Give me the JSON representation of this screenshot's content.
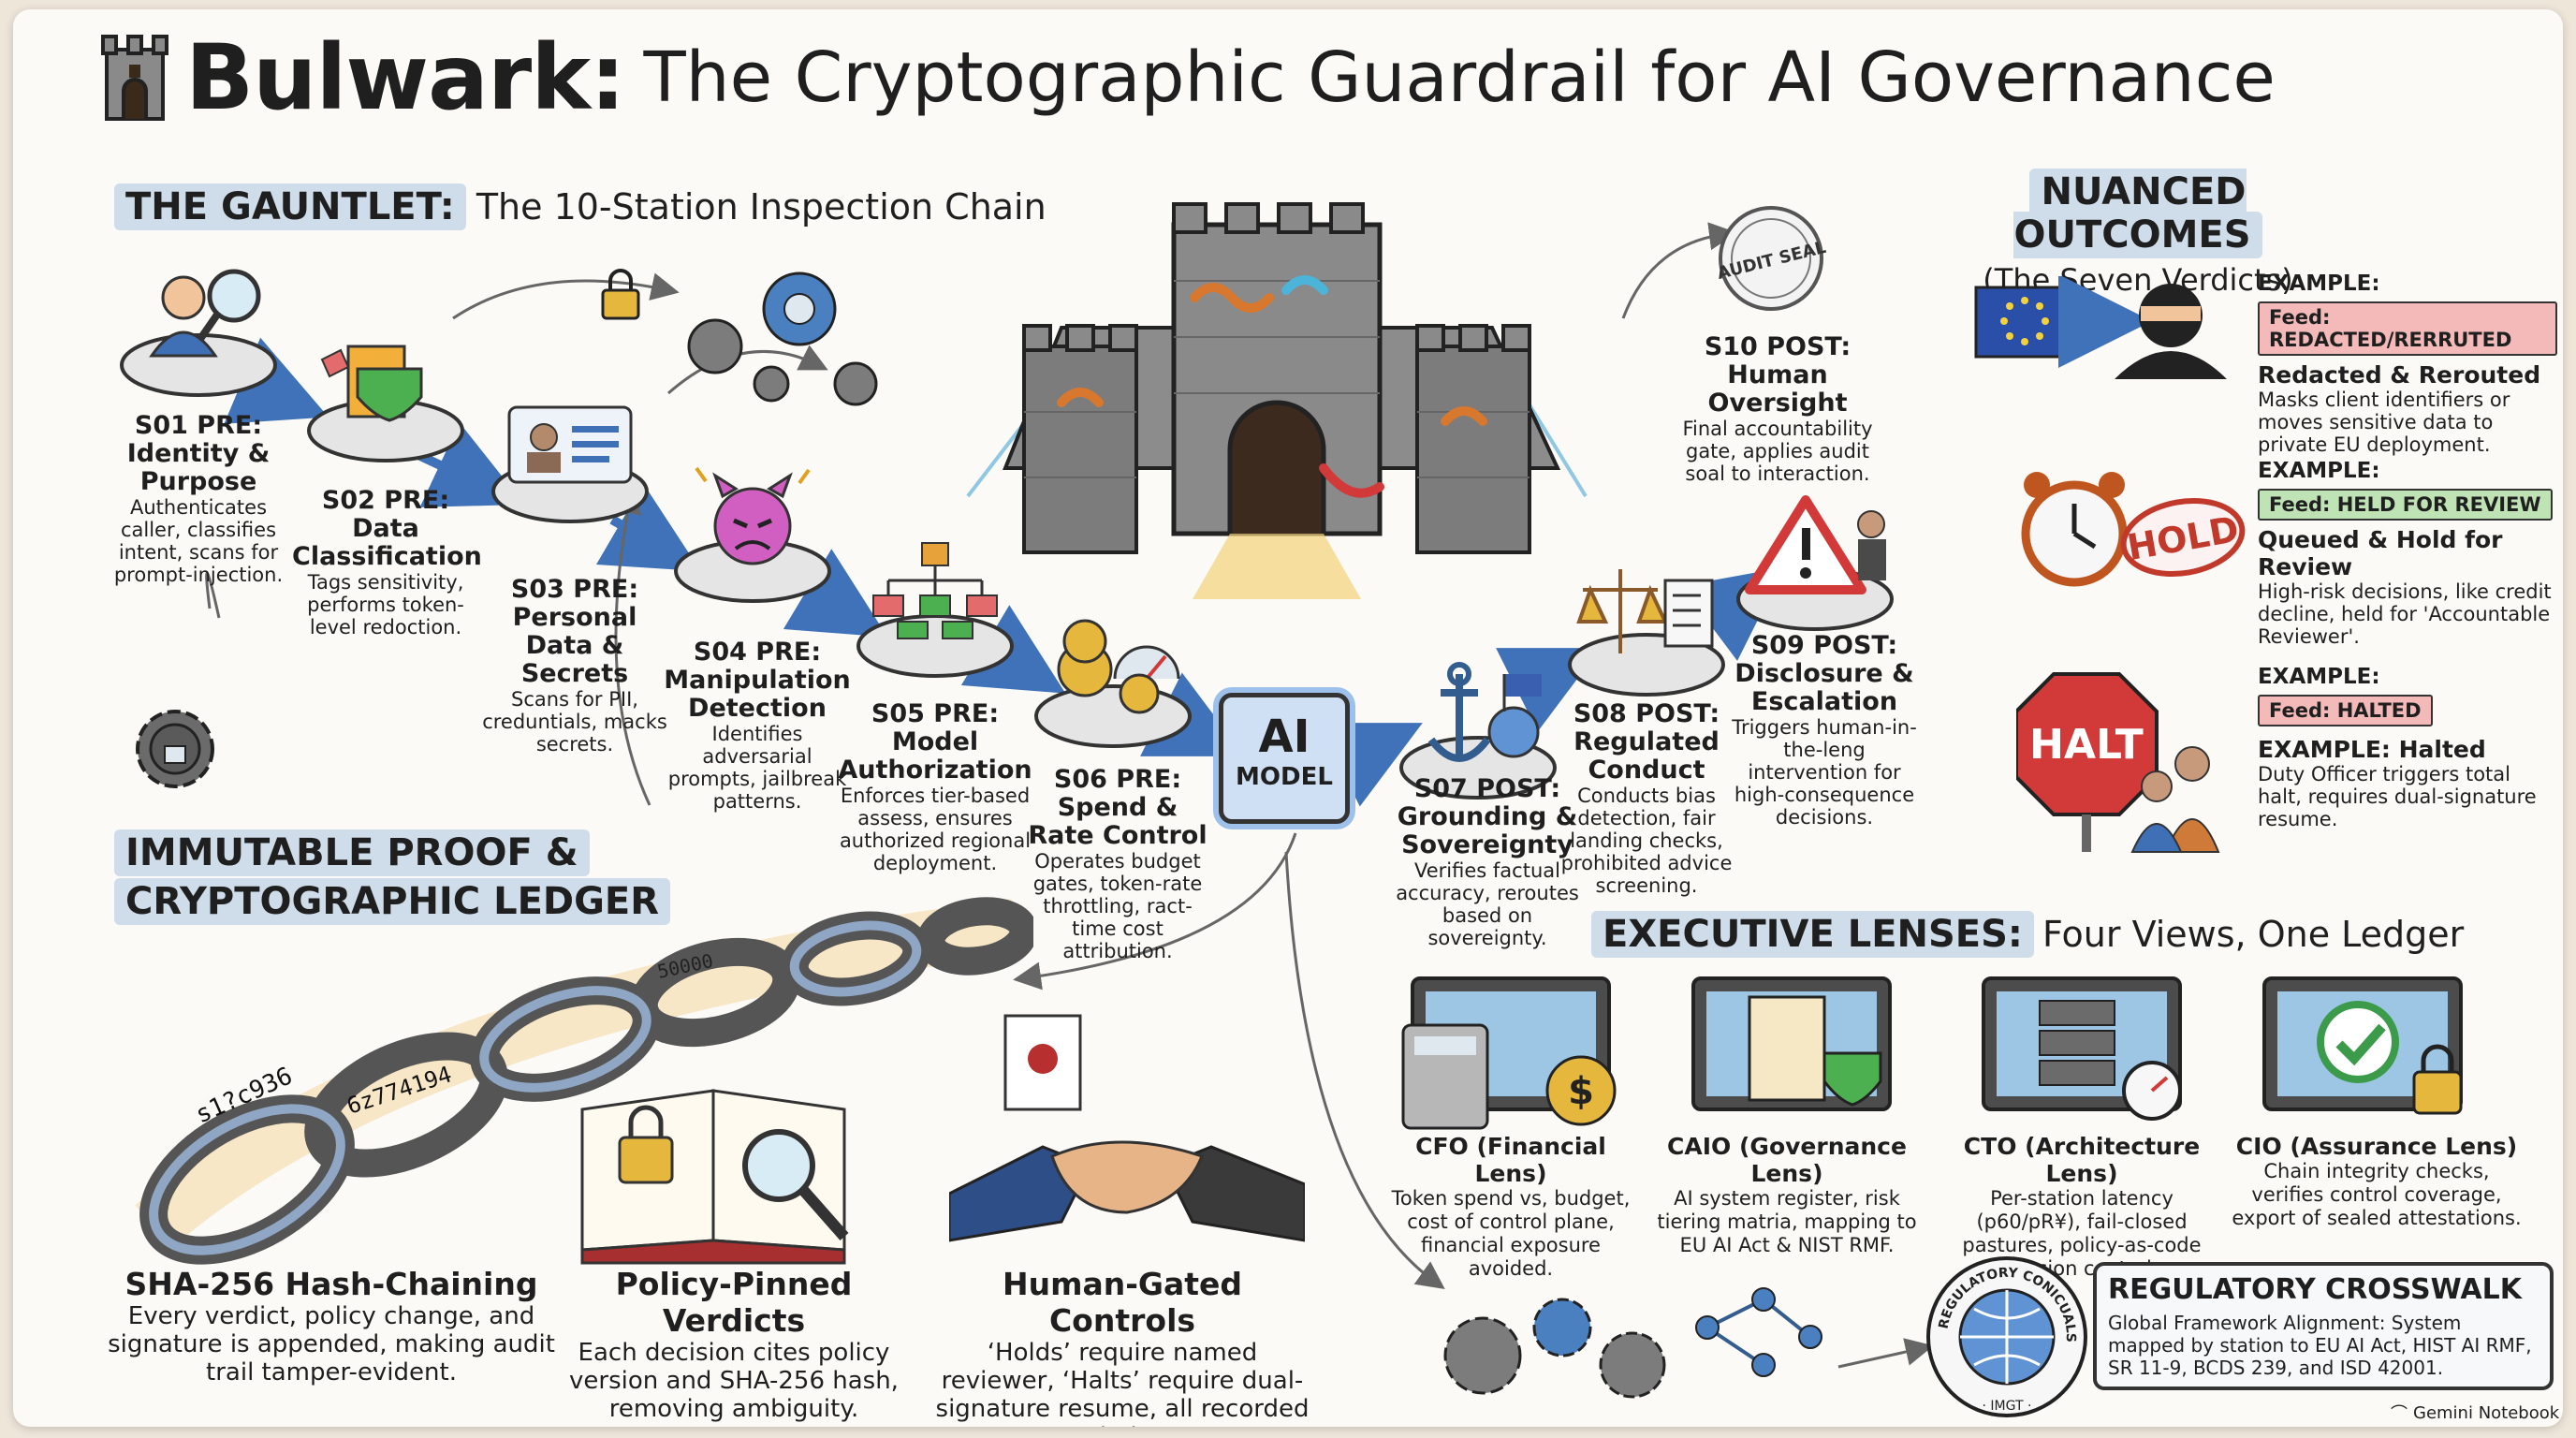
{
  "title": {
    "brand": "Bulwark:",
    "rest": "The Cryptographic Guardrail for AI Governance"
  },
  "gauntlet": {
    "label": "THE GAUNTLET:",
    "subtitle": "The 10-Station Inspection Chain"
  },
  "stations": [
    {
      "title": "S01 PRE: Identity & Purpose",
      "desc": "Authenticates caller, classifies intent, scans for prompt-injection."
    },
    {
      "title": "S02 PRE: Data Classification",
      "desc": "Tags sensitivity, performs token-level redoction."
    },
    {
      "title": "S03 PRE: Personal Data & Secrets",
      "desc": "Scans for PII, creduntials, macks secrets."
    },
    {
      "title": "S04 PRE: Manipulation Detection",
      "desc": "Identifies adversarial prompts, jailbreak patterns."
    },
    {
      "title": "S05 PRE: Model Authorization",
      "desc": "Enforces tier-based assess, ensures authorized regional deployment."
    },
    {
      "title": "S06 PRE: Spend & Rate Control",
      "desc": "Operates budget gates, token-rate throttling, ract-time cost attribution."
    },
    {
      "title": "S07 POST: Grounding & Sovereignty",
      "desc": "Verifies factual accuracy, reroutes based on sovereignty."
    },
    {
      "title": "S08 POST: Regulated Conduct",
      "desc": "Conducts bias detection, fair landing checks, prohibited advice screening."
    },
    {
      "title": "S09 POST: Disclosure & Escalation",
      "desc": "Triggers human-in-the-leng intervention for high-consequence decisions."
    },
    {
      "title": "S10 POST: Human Oversight",
      "desc": "Final accountability gate, applies audit soal to interaction."
    }
  ],
  "ai_model": {
    "line1": "AI",
    "line2": "MODEL"
  },
  "audit_seal": "AUDIT SEAL",
  "outcomes": {
    "title": "NUANCED OUTCOMES",
    "subtitle": "(The Seven Verdicts)",
    "examples": [
      {
        "label": "EXAMPLE:",
        "feed": "Feed: REDACTED/RERRUTED",
        "feed_color": "#f4b9b9",
        "title": "Redacted & Rerouted",
        "desc": "Masks client identifiers or moves sensitive data to private EU deployment."
      },
      {
        "label": "EXAMPLE:",
        "feed": "Feed: HELD FOR REVIEW",
        "feed_color": "#bfe3b5",
        "title": "Queued & Hold for Review",
        "desc": "High-risk decisions, like credit decline, held for 'Accountable Reviewer'."
      },
      {
        "label": "EXAMPLE:",
        "feed": "Feed: HALTED",
        "feed_color": "#f4b9b9",
        "title": "EXAMPLE: Halted",
        "desc": "Duty Officer triggers total halt, requires dual-signature resume."
      }
    ],
    "hold_stamp": "HOLD",
    "halt_sign": "HALT"
  },
  "ledger": {
    "line1": "IMMUTABLE PROOF &",
    "line2": "CRYPTOGRAPHIC LEDGER",
    "hash1": "s1?c936",
    "hash2": "6z774194",
    "hash3": "50000"
  },
  "pillars": [
    {
      "title": "SHA-256 Hash-Chaining",
      "desc": "Every verdict, policy change, and signature is appended, making audit trail tamper-evident."
    },
    {
      "title": "Policy-Pinned Verdicts",
      "desc": "Each decision cites policy version and SHA-256 hash, removing ambiguity."
    },
    {
      "title": "Human-Gated Controls",
      "desc": "‘Holds’ require named reviewer, ‘Halts’ require dual-signature resume, all recorded on ledger."
    }
  ],
  "lenses": {
    "label": "EXECUTIVE LENSES:",
    "subtitle": "Four Views, One Ledger",
    "items": [
      {
        "title": "CFO (Financial Lens)",
        "desc": "Token spend vs, budget, cost of control plane, financial exposure avoided."
      },
      {
        "title": "CAIO (Governance Lens)",
        "desc": "AI system register, risk tiering matria, mapping to EU AI Act & NIST RMF."
      },
      {
        "title": "CTO (Architecture Lens)",
        "desc": "Per-station latency (p60/pR¥), fail-closed pastures, policy-as-code version control."
      },
      {
        "title": "CIO (Assurance Lens)",
        "desc": "Chain integrity checks, verifies control coverage, export of sealed attestations."
      }
    ]
  },
  "crosswalk": {
    "title": "REGULATORY CROSSWALK",
    "desc": "Global Framework Alignment: System mapped by station to EU AI Act, HIST AI RMF, SR 11-9, BCDS 239, and ISD 42001.",
    "seal_ring": "REGULATORY CONICUALS",
    "seal_bottom": "· IMGT ·"
  },
  "footer": "Gemini Notebook",
  "colors": {
    "accent_blue": "#4a7fc0",
    "highlight": "#cfdcea",
    "red": "#d23a3a",
    "green": "#3b9b4a",
    "gold": "#d9a23a"
  }
}
